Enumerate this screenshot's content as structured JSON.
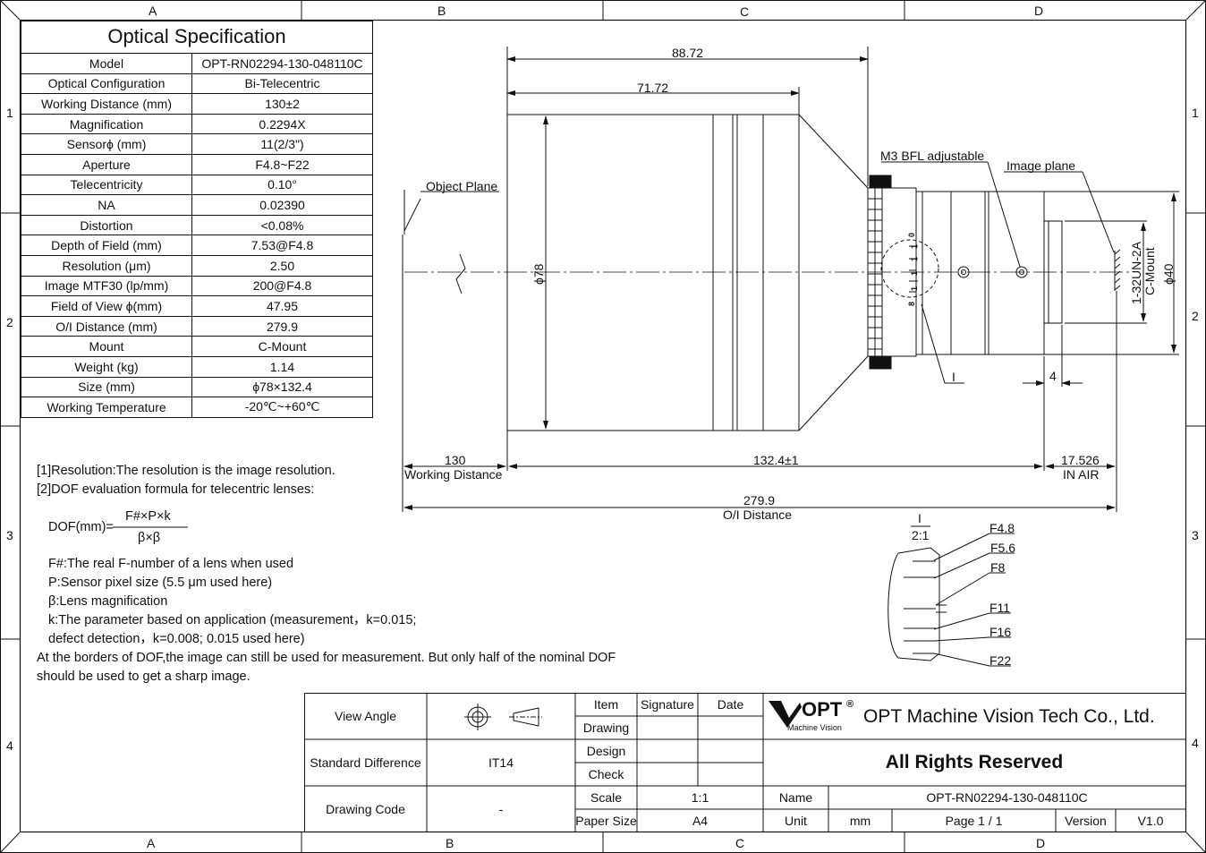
{
  "border": {
    "columns_top": [
      "A",
      "B",
      "C",
      "D"
    ],
    "columns_bottom": [
      "A",
      "B",
      "C",
      "D"
    ],
    "rows_left": [
      "1",
      "2",
      "3",
      "4"
    ],
    "rows_right": [
      "1",
      "2",
      "3",
      "4"
    ]
  },
  "spec": {
    "title": "Optical Specification",
    "rows": [
      {
        "label": "Model",
        "value": "OPT-RN02294-130-048110C"
      },
      {
        "label": "Optical Configuration",
        "value": "Bi-Telecentric"
      },
      {
        "label": "Working Distance (mm)",
        "value": "130±2"
      },
      {
        "label": "Magnification",
        "value": "0.2294X"
      },
      {
        "label": "Sensorϕ (mm)",
        "value": "11(2/3\")"
      },
      {
        "label": "Aperture",
        "value": "F4.8~F22"
      },
      {
        "label": "Telecentricity",
        "value": "0.10°"
      },
      {
        "label": "NA",
        "value": "0.02390"
      },
      {
        "label": "Distortion",
        "value": "<0.08%"
      },
      {
        "label": "Depth of Field (mm)",
        "value": "7.53@F4.8"
      },
      {
        "label": "Resolution (μm)",
        "value": "2.50"
      },
      {
        "label": "Image MTF30 (lp/mm)",
        "value": "200@F4.8"
      },
      {
        "label": "Field of View ϕ(mm)",
        "value": "47.95"
      },
      {
        "label": "O/I Distance (mm)",
        "value": "279.9"
      },
      {
        "label": "Mount",
        "value": "C-Mount"
      },
      {
        "label": "Weight (kg)",
        "value": "1.14"
      },
      {
        "label": "Size (mm)",
        "value": "ϕ78×132.4"
      },
      {
        "label": "Working Temperature",
        "value": "-20℃~+60℃"
      }
    ]
  },
  "notes": {
    "n1": "[1]Resolution:The resolution is  the image resolution.",
    "n2": "[2]DOF evaluation formula for telecentric lenses:",
    "dof_lhs": "DOF(mm)=",
    "dof_num": "F#×P×k",
    "dof_den": "β×β",
    "l1": "F#:The real F-number of a lens when used",
    "l2": "P:Sensor pixel size (5.5 μm used here)",
    "l3": "β:Lens magnification",
    "l4": "k:The parameter based on application (measurement，k=0.015;",
    "l5": "defect detection，k=0.008; 0.015 used here)",
    "l6": "At the borders of DOF,the image can still be used for measurement. But only half of the nominal DOF",
    "l7": "should be used to get a sharp image."
  },
  "drawing": {
    "dim_total_len": "88.72",
    "dim_body_len": "71.72",
    "dim_dia": "ϕ78",
    "object_plane": "Object Plane",
    "bfl": "M3 BFL adjustable",
    "image_plane": "Image plane",
    "thread": "1-32UN-2A",
    "mount": "C-Mount",
    "dia40": "ϕ40",
    "dim_4": "4",
    "detail_ref": "I",
    "wd_value": "130",
    "wd_label": "Working Distance",
    "len_value": "132.4±1",
    "air_value": "17.526",
    "air_label": "IN AIR",
    "oi_value": "279.9",
    "oi_label": "O/I Distance",
    "detail_title": "I",
    "detail_scale": "2:1",
    "stops": [
      "F4.8",
      "F5.6",
      "F8",
      "F11",
      "F16",
      "F22"
    ],
    "ring_marks": [
      "8",
      "1",
      "1",
      "1",
      "1",
      "0"
    ]
  },
  "title_block": {
    "view_angle_label": "View Angle",
    "std_diff_label": "Standard Difference",
    "std_diff_value": "IT14",
    "drawing_code_label": "Drawing Code",
    "drawing_code_value": "-",
    "item": "Item",
    "signature": "Signature",
    "date": "Date",
    "drawing": "Drawing",
    "design": "Design",
    "check": "Check",
    "scale_label": "Scale",
    "scale_value": "1:1",
    "paper_label": "Paper Size",
    "paper_value": "A4",
    "logo_text": "OPT",
    "logo_sub": "Machine Vision",
    "company": "OPT Machine Vision Tech Co., Ltd.",
    "rights": "All Rights Reserved",
    "name_label": "Name",
    "name_value": "OPT-RN02294-130-048110C",
    "unit_label": "Unit",
    "unit_value": "mm",
    "page": "Page  1 / 1",
    "version_label": "Version",
    "version_value": "V1.0"
  }
}
